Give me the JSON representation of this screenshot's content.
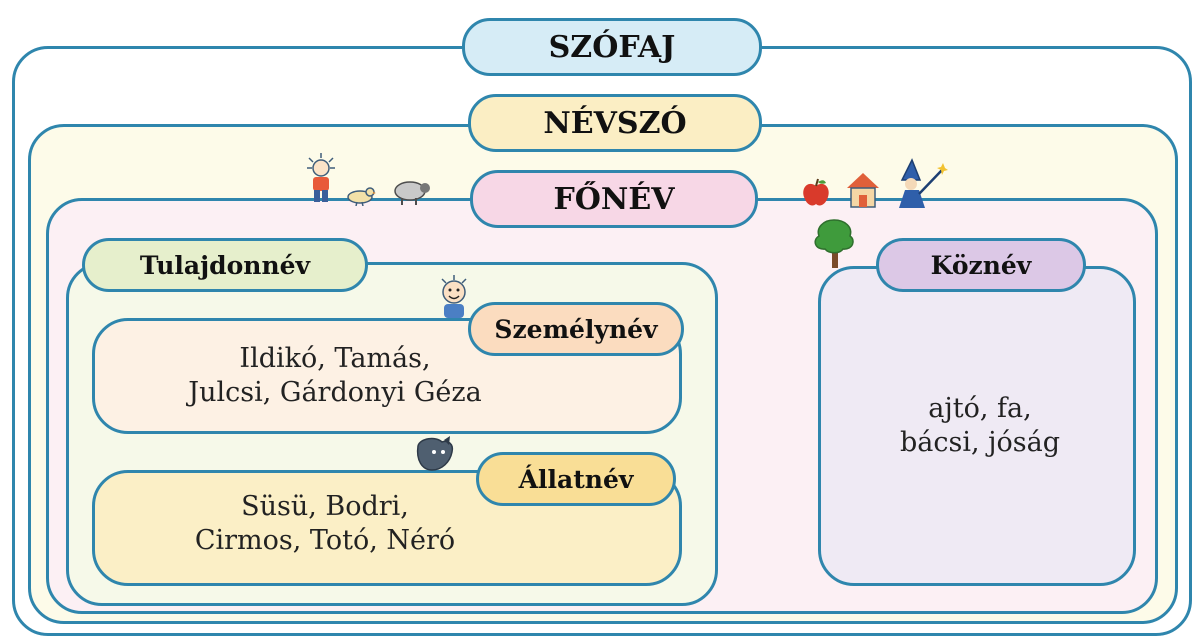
{
  "title": "SZÓFAJ",
  "level2": "NÉVSZÓ",
  "level3": "FŐNÉV",
  "proper": {
    "label": "Tulajdonnév",
    "person": {
      "label": "Személynév",
      "examples": [
        "Ildikó, Tamás,",
        "Julcsi, Gárdonyi Géza"
      ]
    },
    "animal": {
      "label": "Állatnév",
      "examples": [
        "Süsü, Bodri,",
        "Cirmos, Totó, Néró"
      ]
    }
  },
  "common": {
    "label": "Köznév",
    "examples": [
      "ajtó, fa,",
      "bácsi, jóság"
    ]
  },
  "colors": {
    "stroke": "#2f86ad",
    "szofaj_fill": "#d6ecf6",
    "nevszo_fill": "#fbeec4",
    "nevszo_bg": "#fdfbe9",
    "fonev_fill": "#f7d7e6",
    "fonev_bg": "#fcf0f4",
    "tulajdon_fill": "#e6efcc",
    "tulajdon_bg": "#f6f9e9",
    "szemely_fill": "#fbdcbf",
    "szemely_bg": "#fdf1e4",
    "allat_fill": "#f9de96",
    "allat_bg": "#fbefc6",
    "kozne_fill": "#dcc8e6",
    "kozne_bg": "#efeaf4"
  },
  "icons": [
    "child-icon",
    "bird-icon",
    "sheep-icon",
    "apple-icon",
    "house-icon",
    "wizard-icon",
    "tree-icon",
    "boy-face-icon",
    "dog-icon"
  ]
}
